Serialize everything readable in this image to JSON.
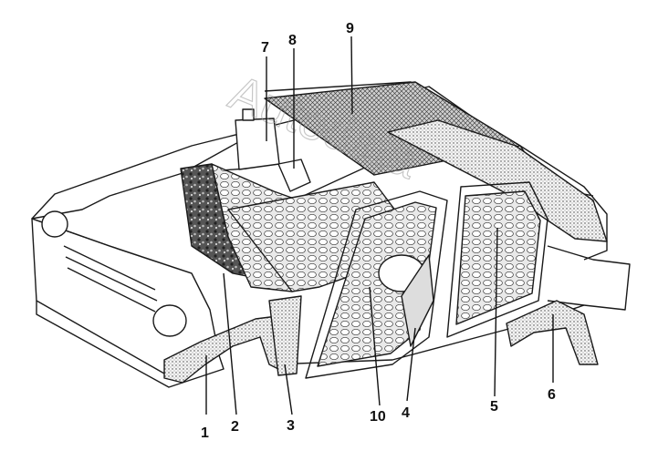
{
  "watermark": "Autodata",
  "callouts": [
    "1",
    "2",
    "3",
    "4",
    "5",
    "6",
    "7",
    "8",
    "9",
    "10"
  ]
}
